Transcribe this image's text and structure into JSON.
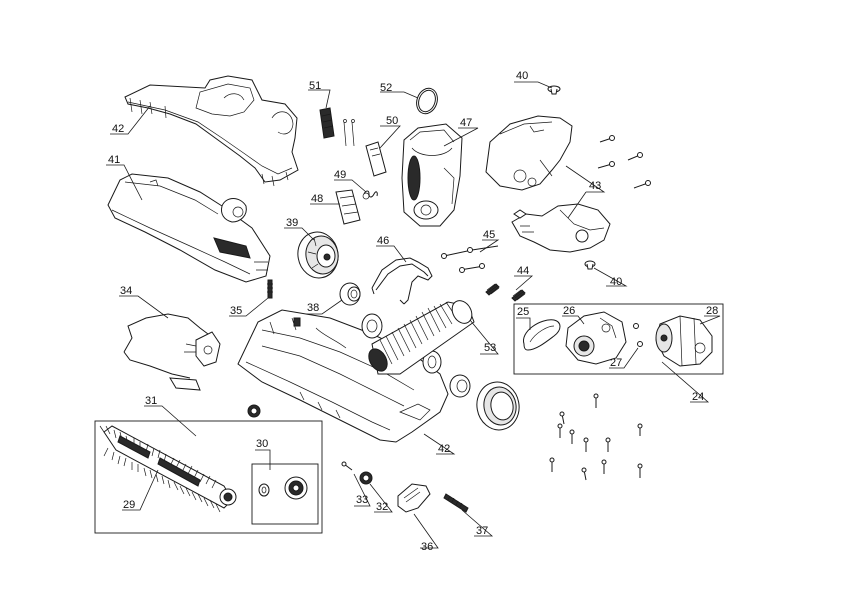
{
  "parts": [
    {
      "id": "p40a",
      "num": "40"
    },
    {
      "id": "p52",
      "num": "52"
    },
    {
      "id": "p51",
      "num": "51"
    },
    {
      "id": "p50",
      "num": "50"
    },
    {
      "id": "p47",
      "num": "47"
    },
    {
      "id": "p42a",
      "num": "42"
    },
    {
      "id": "p41",
      "num": "41"
    },
    {
      "id": "p49",
      "num": "49"
    },
    {
      "id": "p48",
      "num": "48"
    },
    {
      "id": "p43",
      "num": "43"
    },
    {
      "id": "p39",
      "num": "39"
    },
    {
      "id": "p46",
      "num": "46"
    },
    {
      "id": "p45",
      "num": "45"
    },
    {
      "id": "p44",
      "num": "44"
    },
    {
      "id": "p40b",
      "num": "40"
    },
    {
      "id": "p34",
      "num": "34"
    },
    {
      "id": "p35",
      "num": "35"
    },
    {
      "id": "p38",
      "num": "38"
    },
    {
      "id": "p25",
      "num": "25"
    },
    {
      "id": "p26",
      "num": "26"
    },
    {
      "id": "p28",
      "num": "28"
    },
    {
      "id": "p53",
      "num": "53"
    },
    {
      "id": "p27",
      "num": "27"
    },
    {
      "id": "p24",
      "num": "24"
    },
    {
      "id": "p31",
      "num": "31"
    },
    {
      "id": "p42b",
      "num": "42"
    },
    {
      "id": "p30",
      "num": "30"
    },
    {
      "id": "p29",
      "num": "29"
    },
    {
      "id": "p33",
      "num": "33"
    },
    {
      "id": "p32",
      "num": "32"
    },
    {
      "id": "p37",
      "num": "37"
    },
    {
      "id": "p36",
      "num": "36"
    }
  ]
}
